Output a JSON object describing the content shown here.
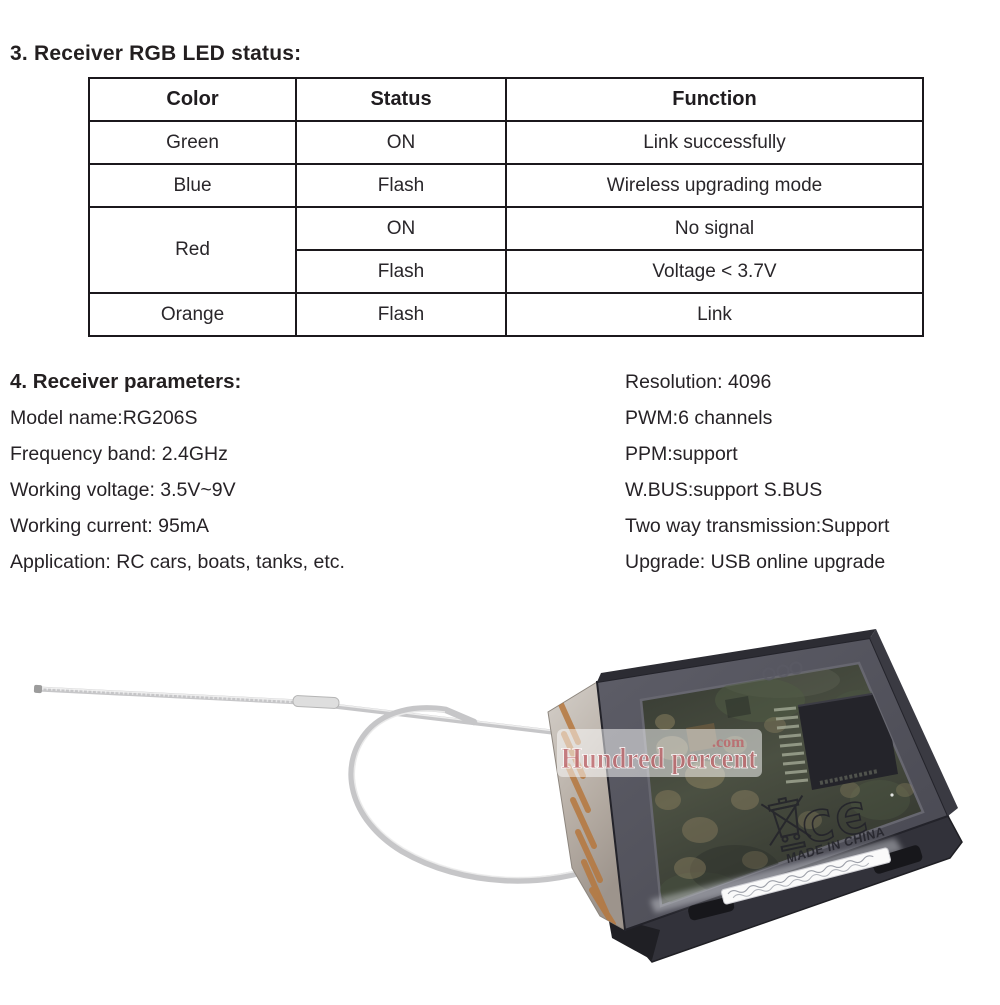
{
  "led_status": {
    "heading": "3. Receiver RGB LED status:",
    "table": {
      "headers": [
        "Color",
        "Status",
        "Function"
      ],
      "rows": [
        {
          "color": "Green",
          "status": "ON",
          "function": "Link successfully"
        },
        {
          "color": "Blue",
          "status": "Flash",
          "function": "Wireless upgrading mode"
        },
        {
          "color": "Red",
          "status": "ON",
          "function": "No signal"
        },
        {
          "status": "Flash",
          "function": "Voltage < 3.7V"
        },
        {
          "color": "Orange",
          "status": "Flash",
          "function": "Link"
        }
      ]
    }
  },
  "receiver_parameters": {
    "heading": "4. Receiver parameters:",
    "left": [
      "Model name:RG206S",
      "Frequency band: 2.4GHz",
      "Working voltage: 3.5V~9V",
      "Working current: 95mA",
      "Application: RC cars, boats, tanks, etc."
    ],
    "right": [
      "Resolution: 4096",
      "PWM:6 channels",
      "PPM:support",
      "W.BUS:support S.BUS",
      "Two way transmission:Support",
      "Upgrade: USB online upgrade"
    ]
  },
  "photo": {
    "watermark_text": "Hundred percent",
    "watermark_suffix": ".com",
    "made_in_marking": "MADE IN CHINA",
    "ce_marking": "CЄ",
    "colors": {
      "wire": "#c6c6c8",
      "case_front": "#52525c",
      "side_face": "#c3bdb6",
      "connector_pins": "#b5773e",
      "pcb": "#40453d",
      "watermark_pink": "#bb6166",
      "label": "#fafafa"
    }
  }
}
